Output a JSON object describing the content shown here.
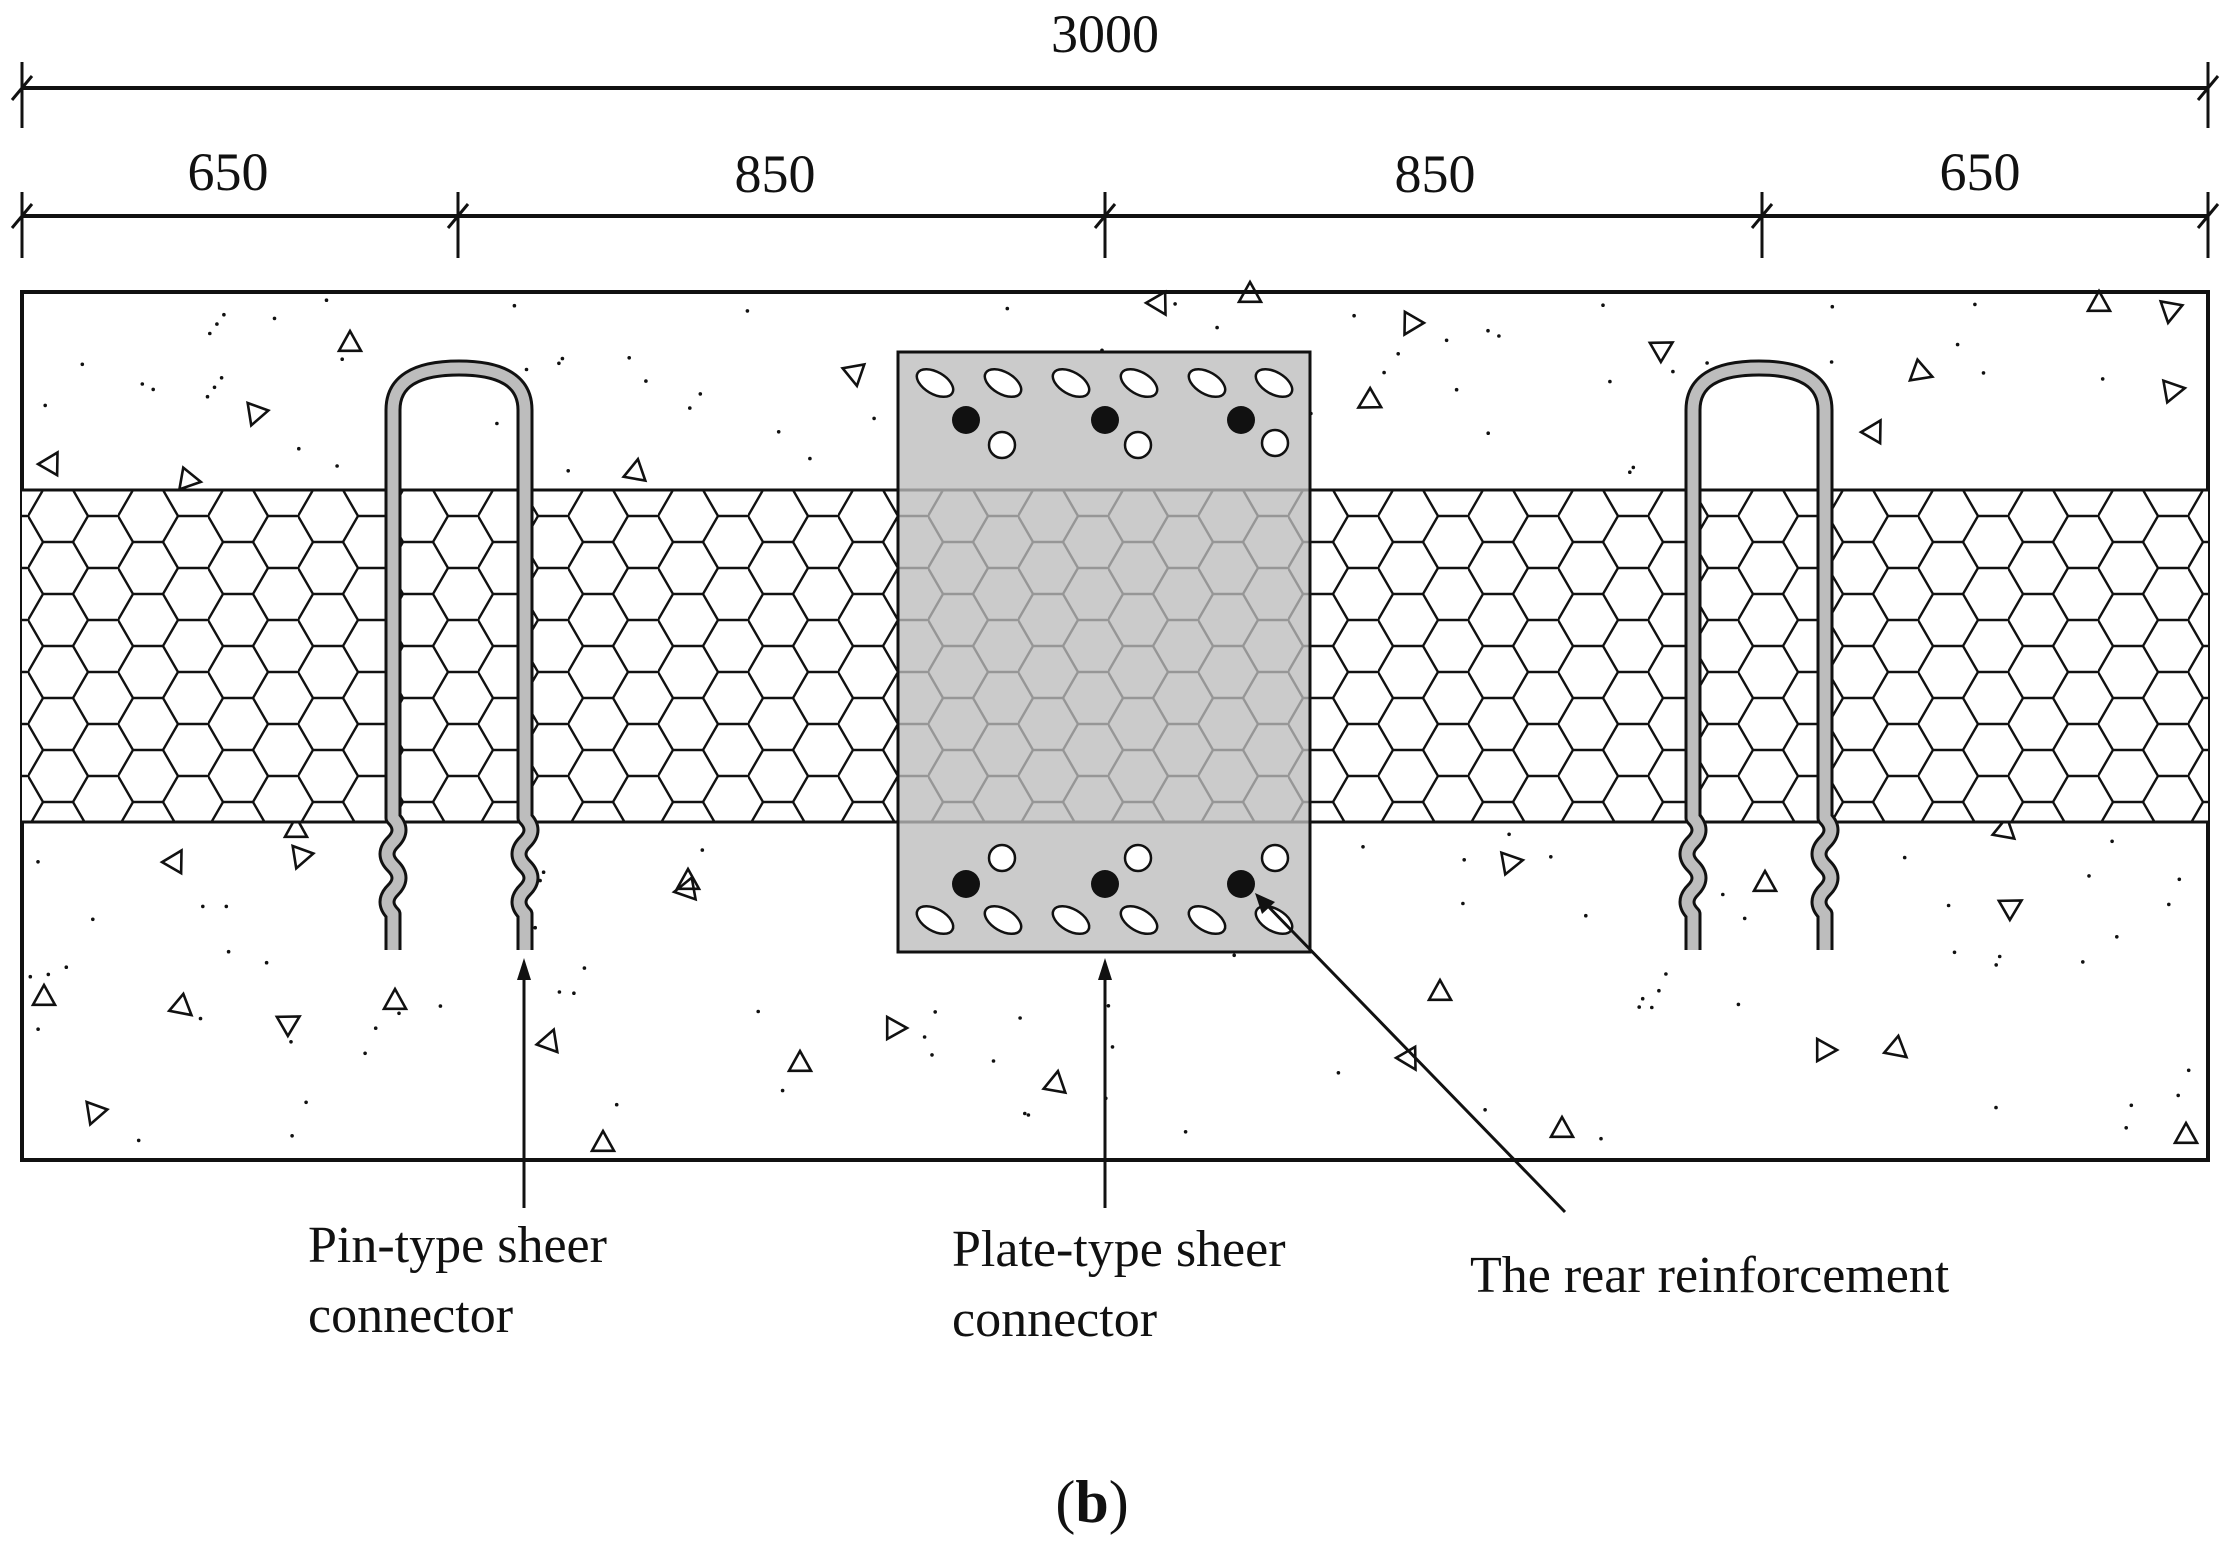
{
  "dimensions": {
    "total": "3000",
    "segments": [
      "650",
      "850",
      "850",
      "650"
    ]
  },
  "labels": {
    "pin_line1": "Pin-type sheer",
    "pin_line2": "connector",
    "plate_line1": "Plate-type sheer",
    "plate_line2": "connector",
    "rear": "The rear reinforcement"
  },
  "caption": {
    "open": "(",
    "letter": "b",
    "close": ")"
  },
  "colors": {
    "line": "#111111",
    "plate_fill": "#c8c8c8",
    "connector_fill": "#b9b9b9",
    "background": "#ffffff"
  }
}
